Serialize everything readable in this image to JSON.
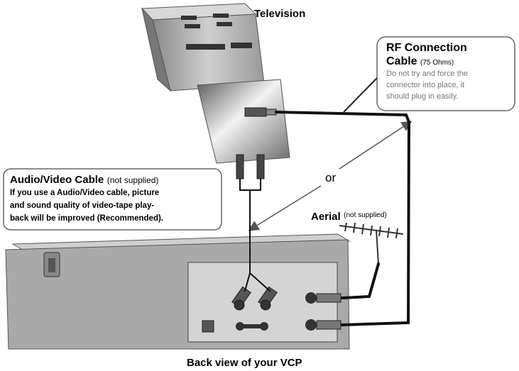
{
  "labels": {
    "television": "Television",
    "or": "or",
    "back_view": "Back view of your VCP"
  },
  "rf_callout": {
    "title_line1": "RF Connection",
    "title_line2": "Cable",
    "ohms": "(75 Ohms)",
    "note_line1": "Do not try and force the",
    "note_line2": "connector into place, it",
    "note_line3": "should plug in easily."
  },
  "av_callout": {
    "title": "Audio/Video Cable",
    "title_suffix": "(not supplied)",
    "line1": "If you use a Audio/Video cable, picture",
    "line2": "and sound quality of video-tape play-",
    "line3": "back will be improved (Recommended)."
  },
  "aerial": {
    "label": "Aerial",
    "suffix": "(not supplied)"
  },
  "colors": {
    "cable": "#111111",
    "device_gray": "#a9a9a9",
    "panel_gray": "#d4d4d4",
    "callout_border": "#666666"
  }
}
